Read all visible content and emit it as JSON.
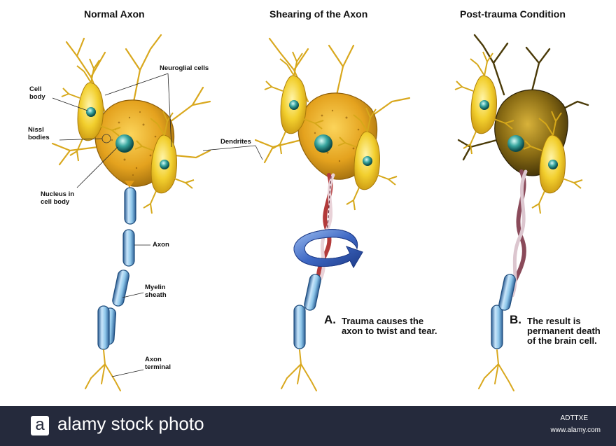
{
  "titles": {
    "normal": "Normal Axon",
    "shearing": "Shearing of the Axon",
    "post": "Post-trauma Condition"
  },
  "labels": {
    "cell_body": "Cell\nbody",
    "neuroglial": "Neuroglial cells",
    "nissl": "Nissl\nbodies",
    "dendrites": "Dendrites",
    "nucleus": "Nucleus in\ncell body",
    "axon": "Axon",
    "myelin": "Myelin\nsheath",
    "terminal": "Axon\nterminal"
  },
  "captions": {
    "a_letter": "A.",
    "a_text": "Trauma causes the\naxon to twist and tear.",
    "b_letter": "B.",
    "b_text": "The result is\npermanent death\nof the brain cell."
  },
  "footer": {
    "logo_letter": "a",
    "brand": "alamy stock photo",
    "image_code": "ADTTXE",
    "site": "www.alamy.com"
  },
  "colors": {
    "cell_yellow": "#f2cf2e",
    "cell_orange": "#e09a18",
    "nucleus_teal": "#3aa7a0",
    "myelin_blue": "#8ec7ea",
    "arrow_blue": "#3e68c4",
    "dead_cell": "#5a4a10",
    "footer_bg": "#252a3c"
  }
}
